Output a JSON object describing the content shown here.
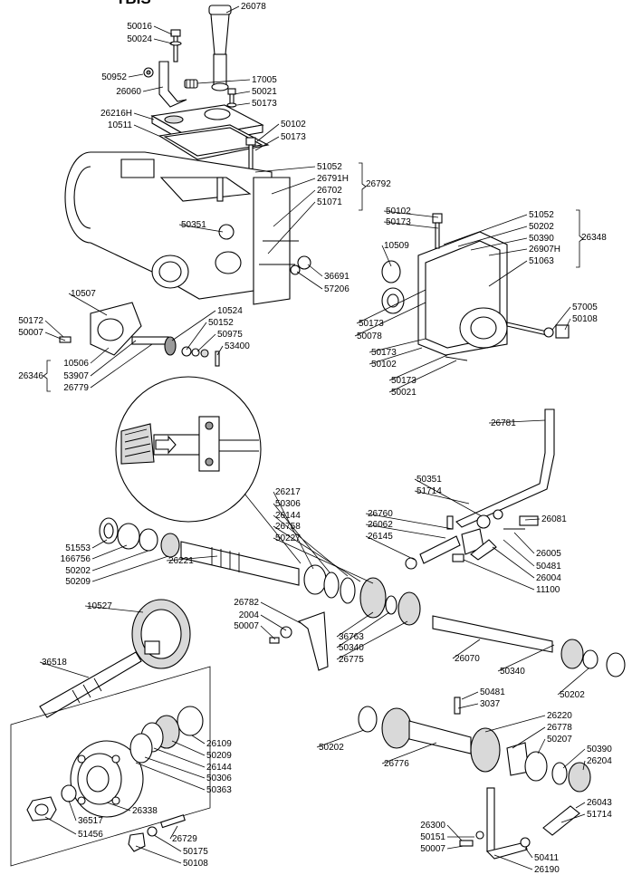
{
  "title_fragment": "TBIS",
  "labels": [
    {
      "id": "l0",
      "text": "26078"
    },
    {
      "id": "l1",
      "text": "50016"
    },
    {
      "id": "l2",
      "text": "50024"
    },
    {
      "id": "l3",
      "text": "50952"
    },
    {
      "id": "l4",
      "text": "26060"
    },
    {
      "id": "l5",
      "text": "17005"
    },
    {
      "id": "l6",
      "text": "50021"
    },
    {
      "id": "l7",
      "text": "50173"
    },
    {
      "id": "l8",
      "text": "26216H"
    },
    {
      "id": "l9",
      "text": "10511"
    },
    {
      "id": "l10",
      "text": "50102"
    },
    {
      "id": "l11",
      "text": "50173"
    },
    {
      "id": "l12",
      "text": "51052"
    },
    {
      "id": "l13",
      "text": "26791H"
    },
    {
      "id": "l14",
      "text": "26702"
    },
    {
      "id": "l15",
      "text": "51071"
    },
    {
      "id": "l16",
      "text": "26792"
    },
    {
      "id": "l17",
      "text": "50351"
    },
    {
      "id": "l18",
      "text": "36691"
    },
    {
      "id": "l19",
      "text": "57206"
    },
    {
      "id": "l20",
      "text": "50102"
    },
    {
      "id": "l21",
      "text": "50173"
    },
    {
      "id": "l22",
      "text": "51052"
    },
    {
      "id": "l23",
      "text": "50202"
    },
    {
      "id": "l24",
      "text": "50390"
    },
    {
      "id": "l25",
      "text": "26907H"
    },
    {
      "id": "l26",
      "text": "51063"
    },
    {
      "id": "l27",
      "text": "26348"
    },
    {
      "id": "l28",
      "text": "10509"
    },
    {
      "id": "l29",
      "text": "57005"
    },
    {
      "id": "l30",
      "text": "50108"
    },
    {
      "id": "l31",
      "text": "50173"
    },
    {
      "id": "l32",
      "text": "50078"
    },
    {
      "id": "l33",
      "text": "50173"
    },
    {
      "id": "l34",
      "text": "50102"
    },
    {
      "id": "l35",
      "text": "50173"
    },
    {
      "id": "l36",
      "text": "50021"
    },
    {
      "id": "l37",
      "text": "10507"
    },
    {
      "id": "l38",
      "text": "10524"
    },
    {
      "id": "l39",
      "text": "50152"
    },
    {
      "id": "l40",
      "text": "50975"
    },
    {
      "id": "l41",
      "text": "53400"
    },
    {
      "id": "l42",
      "text": "50172"
    },
    {
      "id": "l43",
      "text": "50007"
    },
    {
      "id": "l44",
      "text": "10506"
    },
    {
      "id": "l45",
      "text": "53907"
    },
    {
      "id": "l46",
      "text": "26779"
    },
    {
      "id": "l47",
      "text": "26346"
    },
    {
      "id": "l48",
      "text": "26781"
    },
    {
      "id": "l49",
      "text": "50351"
    },
    {
      "id": "l50",
      "text": "51714"
    },
    {
      "id": "l51",
      "text": "26217"
    },
    {
      "id": "l52",
      "text": "50306"
    },
    {
      "id": "l53",
      "text": "26144"
    },
    {
      "id": "l54",
      "text": "26758"
    },
    {
      "id": "l55",
      "text": "50227"
    },
    {
      "id": "l56",
      "text": "26760"
    },
    {
      "id": "l57",
      "text": "26062"
    },
    {
      "id": "l58",
      "text": "26145"
    },
    {
      "id": "l59",
      "text": "26081"
    },
    {
      "id": "l60",
      "text": "26005"
    },
    {
      "id": "l61",
      "text": "50481"
    },
    {
      "id": "l62",
      "text": "26004"
    },
    {
      "id": "l63",
      "text": "11100"
    },
    {
      "id": "l64",
      "text": "51553"
    },
    {
      "id": "l65",
      "text": "166756"
    },
    {
      "id": "l66",
      "text": "50202"
    },
    {
      "id": "l67",
      "text": "50209"
    },
    {
      "id": "l68",
      "text": "26221"
    },
    {
      "id": "l69",
      "text": "10527"
    },
    {
      "id": "l70",
      "text": "26782"
    },
    {
      "id": "l71",
      "text": "2004"
    },
    {
      "id": "l72",
      "text": "50007"
    },
    {
      "id": "l73",
      "text": "36763"
    },
    {
      "id": "l74",
      "text": "50340"
    },
    {
      "id": "l75",
      "text": "26775"
    },
    {
      "id": "l76",
      "text": "26070"
    },
    {
      "id": "l77",
      "text": "50340"
    },
    {
      "id": "l78",
      "text": "50202"
    },
    {
      "id": "l79",
      "text": "36518"
    },
    {
      "id": "l80",
      "text": "50481"
    },
    {
      "id": "l81",
      "text": "3037"
    },
    {
      "id": "l82",
      "text": "26220"
    },
    {
      "id": "l83",
      "text": "26778"
    },
    {
      "id": "l84",
      "text": "50207"
    },
    {
      "id": "l85",
      "text": "50390"
    },
    {
      "id": "l86",
      "text": "26204"
    },
    {
      "id": "l87",
      "text": "50202"
    },
    {
      "id": "l88",
      "text": "26776"
    },
    {
      "id": "l89",
      "text": "26109"
    },
    {
      "id": "l90",
      "text": "50209"
    },
    {
      "id": "l91",
      "text": "26144"
    },
    {
      "id": "l92",
      "text": "50306"
    },
    {
      "id": "l93",
      "text": "50363"
    },
    {
      "id": "l94",
      "text": "26338"
    },
    {
      "id": "l95",
      "text": "36517"
    },
    {
      "id": "l96",
      "text": "51456"
    },
    {
      "id": "l97",
      "text": "26729"
    },
    {
      "id": "l98",
      "text": "50175"
    },
    {
      "id": "l99",
      "text": "50108"
    },
    {
      "id": "l100",
      "text": "26043"
    },
    {
      "id": "l101",
      "text": "51714"
    },
    {
      "id": "l102",
      "text": "26300"
    },
    {
      "id": "l103",
      "text": "50151"
    },
    {
      "id": "l104",
      "text": "50007"
    },
    {
      "id": "l105",
      "text": "50411"
    },
    {
      "id": "l106",
      "text": "26190"
    }
  ]
}
